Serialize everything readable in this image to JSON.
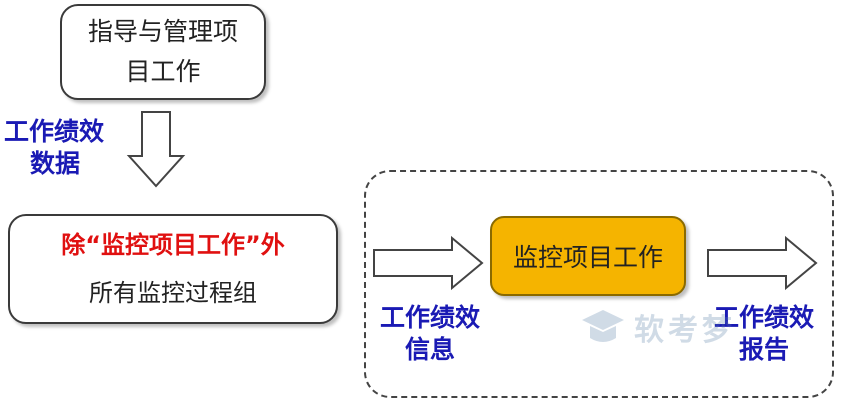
{
  "nodes": {
    "guidance": {
      "line1": "指导与管理项",
      "line2": "目工作"
    },
    "other_groups": {
      "line1": "除“监控项目工作”外",
      "line2": "所有监控过程组"
    },
    "monitor": {
      "label": "监控项目工作"
    }
  },
  "labels": {
    "work_perf_data": {
      "line1": "工作绩效",
      "line2": "数据"
    },
    "work_perf_info": {
      "line1": "工作绩效",
      "line2": "信息"
    },
    "work_perf_report": {
      "line1": "工作绩效",
      "line2": "报告"
    }
  },
  "watermark": {
    "text": "软考梦"
  },
  "colors": {
    "monitor_fill": "#f5b400",
    "label_blue": "#1a1ab4",
    "highlight_red": "#e01010"
  }
}
